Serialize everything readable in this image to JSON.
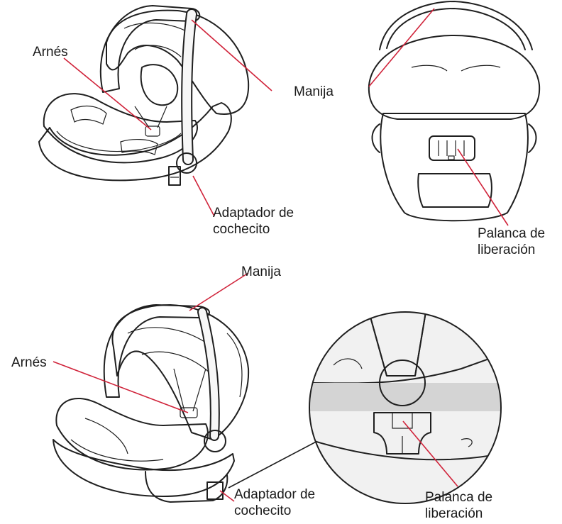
{
  "labels": {
    "fig1_harness": "Arnés",
    "fig1_handle": "Manija",
    "fig1_adapter": "Adaptador de\ncochecito",
    "fig2_release": "Palanca de\nliberación",
    "fig3_handle": "Manija",
    "fig3_harness": "Arnés",
    "fig3_adapter": "Adaptador de\ncochecito",
    "fig4_release": "Palanca de\nliberación"
  },
  "colors": {
    "leader_line": "#d0233a",
    "canopy_fill": "#bdbdbd",
    "seat_fill": "#e6e6e6",
    "outline": "#1f1f1f",
    "release_lever_fill": "#7a7a7a"
  },
  "icons": {
    "car_seat_side": "infant-car-seat-side-view",
    "car_seat_back": "infant-car-seat-rear-view",
    "car_seat_canopy_off": "infant-car-seat-without-canopy",
    "release_detail": "release-lever-detail-circle"
  }
}
